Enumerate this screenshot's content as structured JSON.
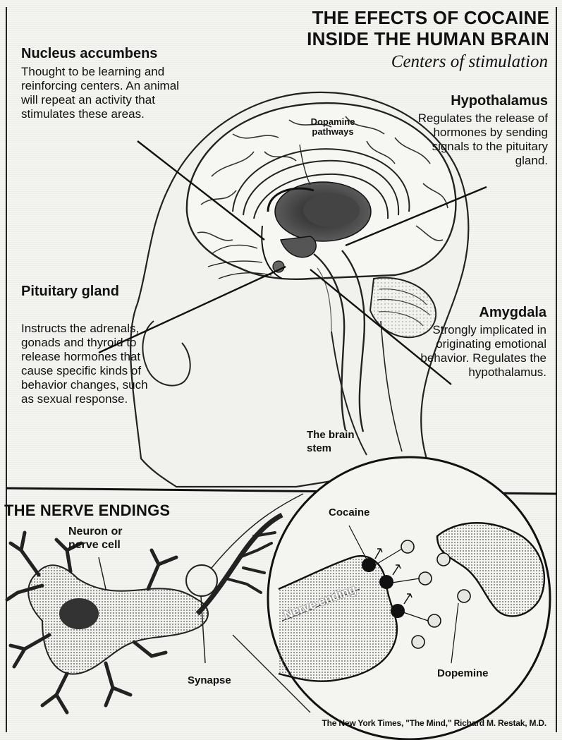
{
  "header": {
    "title_line1": "THE EFECTS OF COCAINE",
    "title_line2": "INSIDE THE HUMAN BRAIN",
    "subtitle": "Centers of stimulation"
  },
  "callouts": {
    "nucleus_accumbens": {
      "title": "Nucleus accumbens",
      "text": "Thought to be learning and reinforcing centers. An animal will repeat an activity that stimulates these areas."
    },
    "hypothalamus": {
      "title": "Hypothalamus",
      "text": "Regulates the release of hormones by sending signals to the pituitary gland."
    },
    "pituitary_gland": {
      "title": "Pituitary gland",
      "text": "Instructs the adrenals, gonads and thyroid to release hormones that cause specific kinds of behavior changes, such as sexual response."
    },
    "amygdala": {
      "title": "Amygdala",
      "text": "Strongly implicated in originating emotional behavior. Regulates the hypothalamus."
    }
  },
  "brain_labels": {
    "dopamine_pathways": "Dopamine pathways",
    "brain_stem": "The brain stem"
  },
  "nerve_section": {
    "title": "THE NERVE ENDINGS",
    "neuron": "Neuron or nerve cell",
    "synapse": "Synapse",
    "cocaine": "Cocaine",
    "nerve_ending": "Nerve ending",
    "dopamine": "Dopemine"
  },
  "credit": "The New York Times, \"The Mind,\" Richard M. Restak, M.D."
}
